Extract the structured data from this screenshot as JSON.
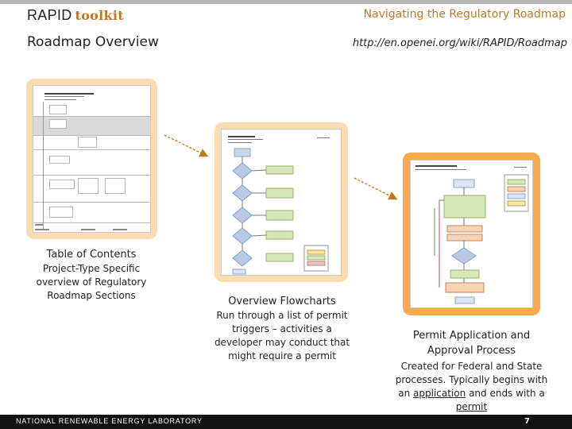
{
  "header": {
    "brand_main": "RAPID",
    "brand_toolkit": "toolkit",
    "subtitle": "Roadmap Overview",
    "nav_title": "Navigating the Regulatory Roadmap",
    "url": "http://en.openei.org/wiki/RAPID/Roadmap"
  },
  "panels": [
    {
      "title": "Table of Contents",
      "description": "Project-Type Specific overview of Regulatory Roadmap Sections"
    },
    {
      "title": "Overview Flowcharts",
      "description": "Run through a list of permit triggers – activities a developer may conduct that might require a permit"
    },
    {
      "title": "Permit Application and Approval Process",
      "description_a": "Created for Federal and State processes.  Typically begins with an",
      "description_link_1": "application",
      "description_b": "and ends with a",
      "description_link_2": "permit"
    }
  ],
  "footer": {
    "lab": "NATIONAL RENEWABLE ENERGY LABORATORY",
    "page_number": "7"
  },
  "colors": {
    "accent": "#c07a22",
    "frame_light": "#fbdcb1",
    "frame_strong": "#f6a94f",
    "footer_bg": "#111111"
  }
}
